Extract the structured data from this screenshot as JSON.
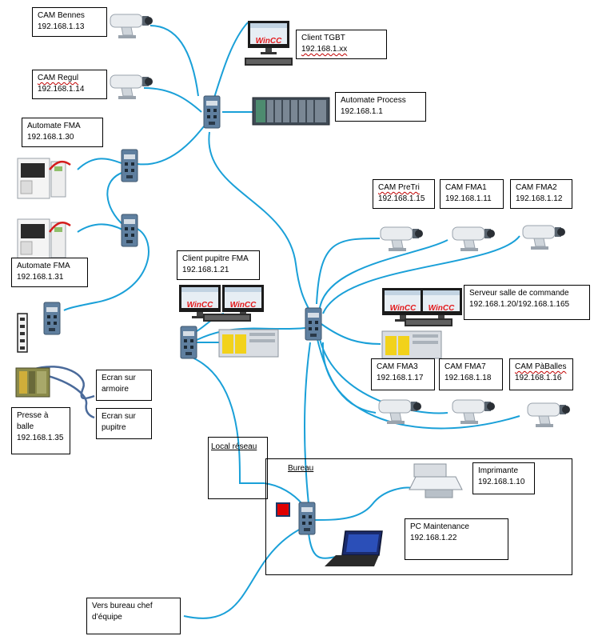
{
  "labels": {
    "cam_bennes": {
      "name": "CAM Bennes",
      "ip": "192.168.1.13"
    },
    "cam_regul": {
      "name": "CAM Regul",
      "ip": "192.168.1.14"
    },
    "automate_fma_1": {
      "name": "Automate FMA",
      "ip": "192.168.1.30"
    },
    "automate_fma_2": {
      "name": "Automate FMA",
      "ip": "192.168.1.31"
    },
    "client_tgbt": {
      "name": "Client TGBT",
      "ip": "192.168.1.xx"
    },
    "automate_process": {
      "name": "Automate Process",
      "ip": "192.168.1.1"
    },
    "cam_pretri": {
      "name": "CAM PreTri",
      "ip": "192.168.1.15"
    },
    "cam_fma1": {
      "name": "CAM FMA1",
      "ip": "192.168.1.11"
    },
    "cam_fma2": {
      "name": "CAM FMA2",
      "ip": "192.168.1.12"
    },
    "client_pupitre": {
      "name": "Client pupitre FMA",
      "ip": "192.168.1.21"
    },
    "serveur": {
      "name": "Serveur salle de commande",
      "ip": "192.168.1.20/192.168.1.165"
    },
    "cam_fma3": {
      "name": "CAM FMA3",
      "ip": "192.168.1.17"
    },
    "cam_fma7": {
      "name": "CAM FMA7",
      "ip": "192.168.1.18"
    },
    "cam_paballes": {
      "name": "CAM PàBalles",
      "ip": "192.168.1.16"
    },
    "ecran_armoire": {
      "l1": "Ecran sur",
      "l2": "armoire"
    },
    "ecran_pupitre": {
      "l1": "Ecran sur",
      "l2": "pupitre"
    },
    "presse": {
      "l1": "Presse à",
      "l2": "balle",
      "ip": "192.168.1.35"
    },
    "imprimante": {
      "name": "Imprimante",
      "ip": "192.168.1.10"
    },
    "pc_maintenance": {
      "name": "PC Maintenance",
      "ip": "192.168.1.22"
    },
    "vers_bureau": {
      "l1": "Vers bureau chef",
      "l2": "d’équipe"
    }
  },
  "areas": {
    "local_reseau": "Local réseau",
    "bureau": "Bureau"
  },
  "screen_text": "WinCC",
  "colors": {
    "cable": "#1aa0d8",
    "switch": "#5f7f9f",
    "wincc": "#e3191b",
    "ecran_link": "#4a6a9a",
    "marker": "#e00000"
  }
}
